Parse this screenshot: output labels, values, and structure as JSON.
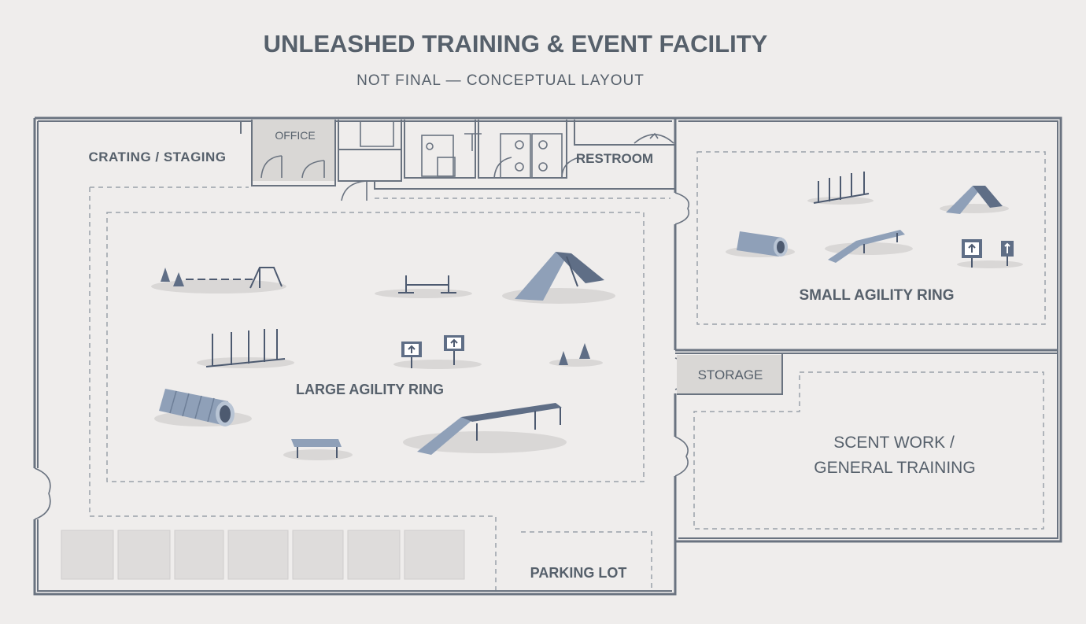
{
  "header": {
    "title": "UNLEASHED TRAINING & EVENT FACILITY",
    "subtitle": "NOT FINAL — CONCEPTUAL LAYOUT"
  },
  "rooms": {
    "crating": "CRATING / STAGING",
    "office": "OFFICE",
    "restroom": "RESTROOM",
    "large_ring": "LARGE AGILITY RING",
    "small_ring": "SMALL AGILITY RING",
    "storage": "STORAGE",
    "scent_line1": "SCENT WORK /",
    "scent_line2": "GENERAL TRAINING",
    "parking": "PARKING LOT"
  },
  "colors": {
    "background": "#efedec",
    "wall": "#6a7380",
    "equipment": "#5f6e86",
    "room_fill": "#d9d7d5"
  },
  "equipment_icons": [
    "cones-and-bar-jump-icon",
    "bar-jump-icon",
    "a-frame-icon",
    "weave-poles-icon",
    "direction-signs-icon",
    "cones-icon",
    "tunnel-icon",
    "pause-table-icon",
    "dog-walk-icon"
  ]
}
